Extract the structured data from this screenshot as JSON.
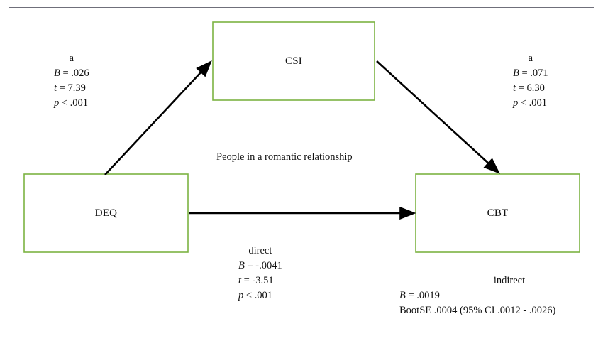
{
  "figure": {
    "caption": "People in a romantic relationship",
    "box_border_color": "#7cb342",
    "arrow_color": "#000000",
    "frame_color": "#6f6f7a"
  },
  "nodes": [
    {
      "id": "deq",
      "label": "DEQ",
      "name": "node-deq"
    },
    {
      "id": "csi",
      "label": "CSI",
      "name": "node-csi"
    },
    {
      "id": "cbt",
      "label": "CBT",
      "name": "node-cbt"
    }
  ],
  "paths": {
    "a_path": {
      "head": "a",
      "b_label": "B",
      "b_value": " = .026",
      "t_label": "t",
      "t_value": " = 7.39",
      "p_label": "p",
      "p_value": " < .001"
    },
    "b_path": {
      "head": "a",
      "b_label": "B",
      "b_value": " = .071",
      "t_label": "t",
      "t_value": " = 6.30",
      "p_label": "p",
      "p_value": " < .001"
    },
    "direct": {
      "head": "direct",
      "b_label": "B",
      "b_value": " = -.0041",
      "t_label": "t",
      "t_value": " = -3.51",
      "p_label": "p",
      "p_value": " < .001"
    },
    "indirect": {
      "head": "indirect",
      "b_label": "B",
      "b_value": " = .0019",
      "boot_line": "BootSE .0004 (95% CI .0012 - .0026)"
    }
  },
  "chart_data": {
    "type": "diagram",
    "title": "People in a romantic relationship",
    "diagram_kind": "mediation-model",
    "nodes": [
      "DEQ",
      "CSI",
      "CBT"
    ],
    "edges": [
      {
        "from": "DEQ",
        "to": "CSI",
        "label": "a",
        "B": 0.026,
        "t": 7.39,
        "p": "<.001"
      },
      {
        "from": "CSI",
        "to": "CBT",
        "label": "a",
        "B": 0.071,
        "t": 6.3,
        "p": "<.001"
      },
      {
        "from": "DEQ",
        "to": "CBT",
        "label": "direct",
        "B": -0.0041,
        "t": -3.51,
        "p": "<.001"
      }
    ],
    "indirect_effect": {
      "B": 0.0019,
      "BootSE": 0.0004,
      "CI_level": "95%",
      "CI_lower": 0.0012,
      "CI_upper": 0.0026
    }
  }
}
